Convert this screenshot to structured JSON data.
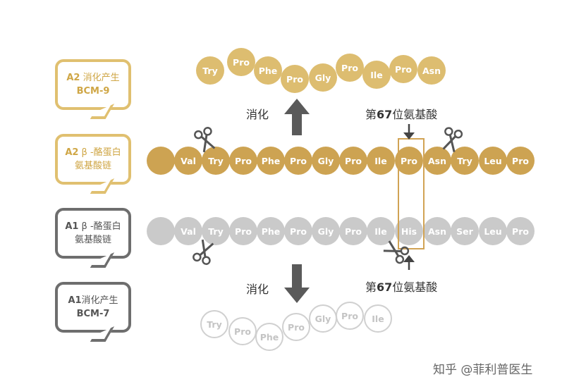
{
  "bubbles": {
    "a2_bcm": {
      "line1_prefix": "A2",
      "line1_text": " 消化产生",
      "line2": "BCM-9"
    },
    "a2_chain": {
      "line1_prefix": "A2",
      "line1_text": " β -酪蛋白",
      "line2": "氨基酸链"
    },
    "a1_chain": {
      "line1_prefix": "A1",
      "line1_text": " β -酪蛋白",
      "line2": "氨基酸链"
    },
    "a1_bcm": {
      "line1_prefix": "A1",
      "line1_text": "消化产生",
      "line2": "BCM-7"
    }
  },
  "top_fragment": [
    "Try",
    "Pro",
    "Phe",
    "Pro",
    "Gly",
    "Pro",
    "Ile",
    "Pro",
    "Asn"
  ],
  "a2_chain": [
    "",
    "Val",
    "Try",
    "Pro",
    "Phe",
    "Pro",
    "Gly",
    "Pro",
    "Ile",
    "Pro",
    "Asn",
    "Try",
    "Leu",
    "Pro"
  ],
  "a1_chain": [
    "",
    "Val",
    "Try",
    "Pro",
    "Phe",
    "Pro",
    "Gly",
    "Pro",
    "Ile",
    "His",
    "Asn",
    "Ser",
    "Leu",
    "Pro"
  ],
  "bottom_fragment": [
    "Try",
    "Pro",
    "Phe",
    "Pro",
    "Gly",
    "Pro",
    "Ile"
  ],
  "labels": {
    "digest_top": "消化",
    "digest_bottom": "消化",
    "pos67_top_prefix": "第",
    "pos67_top_num": "67",
    "pos67_top_suffix": "位氨基酸",
    "pos67_bottom_prefix": "第",
    "pos67_bottom_num": "67",
    "pos67_bottom_suffix": "位氨基酸"
  },
  "watermark": "知乎 @菲利普医生",
  "colors": {
    "gold": "#cda352",
    "light_gold": "#ddbd70",
    "grey": "#cacaca",
    "dark_grey": "#6e6e6e",
    "arrow": "#5a5a5a"
  },
  "icons": {
    "scissors": "scissors-icon",
    "arrow_up": "arrow-up-icon",
    "arrow_down": "arrow-down-icon"
  }
}
